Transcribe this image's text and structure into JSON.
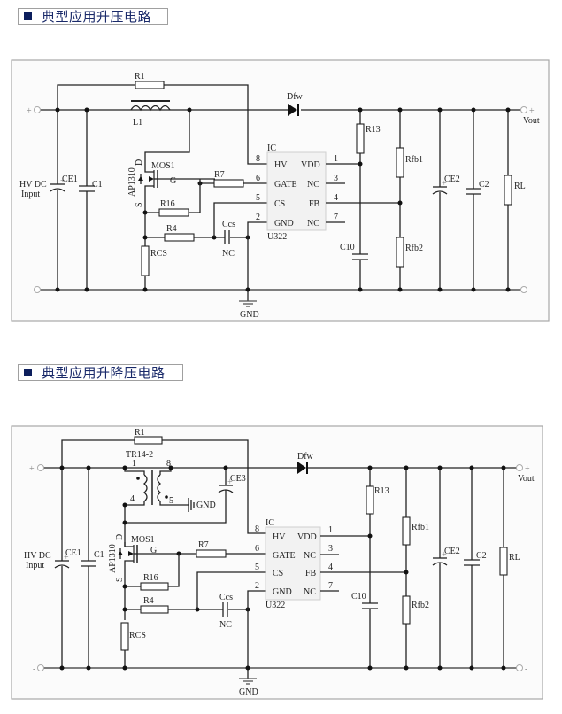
{
  "sections": [
    {
      "title": "典型应用升压电路",
      "input_label": [
        "HV DC",
        "Input"
      ],
      "terminals": {
        "plus": "+",
        "minus": "-",
        "vout": "Vout"
      },
      "components": {
        "R1": "R1",
        "L1": "L1",
        "Dfw": "Dfw",
        "R13": "R13",
        "Rfb1": "Rfb1",
        "Rfb2": "Rfb2",
        "CE1": "CE1",
        "C1": "C1",
        "CE2": "CE2",
        "C2": "C2",
        "RL": "RL",
        "C10": "C10",
        "MOS1": "MOS1",
        "mos_part": "AP1310",
        "D": "D",
        "S": "S",
        "G": "G",
        "R7": "R7",
        "R16": "R16",
        "R4": "R4",
        "RCS": "RCS",
        "Ccs": "Ccs",
        "NC": "NC",
        "GND": "GND"
      },
      "ic": {
        "label": "IC",
        "part": "U322",
        "left_pins": [
          {
            "num": "8",
            "name": "HV"
          },
          {
            "num": "6",
            "name": "GATE"
          },
          {
            "num": "5",
            "name": "CS"
          },
          {
            "num": "2",
            "name": "GND"
          }
        ],
        "right_pins": [
          {
            "num": "1",
            "name": "VDD"
          },
          {
            "num": "3",
            "name": "NC"
          },
          {
            "num": "4",
            "name": "FB"
          },
          {
            "num": "7",
            "name": "NC"
          }
        ]
      }
    },
    {
      "title": "典型应用升降压电路",
      "input_label": [
        "HV DC",
        "Input"
      ],
      "terminals": {
        "plus": "+",
        "minus": "-",
        "vout": "Vout"
      },
      "components": {
        "R1": "R1",
        "TR": "TR14-2",
        "tr_pin1": "1",
        "tr_pin4": "4",
        "tr_pin8": "8",
        "tr_pin5": "5",
        "tr_gnd": "GND",
        "CE3": "CE3",
        "Dfw": "Dfw",
        "R13": "R13",
        "Rfb1": "Rfb1",
        "Rfb2": "Rfb2",
        "CE1": "CE1",
        "C1": "C1",
        "CE2": "CE2",
        "C2": "C2",
        "RL": "RL",
        "C10": "C10",
        "MOS1": "MOS1",
        "mos_part": "AP1310",
        "D": "D",
        "S": "S",
        "G": "G",
        "R7": "R7",
        "R16": "R16",
        "R4": "R4",
        "RCS": "RCS",
        "Ccs": "Ccs",
        "NC": "NC",
        "GND": "GND"
      },
      "ic": {
        "label": "IC",
        "part": "U322",
        "left_pins": [
          {
            "num": "8",
            "name": "HV"
          },
          {
            "num": "6",
            "name": "GATE"
          },
          {
            "num": "5",
            "name": "CS"
          },
          {
            "num": "2",
            "name": "GND"
          }
        ],
        "right_pins": [
          {
            "num": "1",
            "name": "VDD"
          },
          {
            "num": "3",
            "name": "NC"
          },
          {
            "num": "4",
            "name": "FB"
          },
          {
            "num": "7",
            "name": "NC"
          }
        ]
      }
    }
  ],
  "colors": {
    "title_text": "#1a2a6a",
    "bullet": "#0c1e5c",
    "frame_border": "#a8a8a8",
    "wire": "#222222"
  }
}
